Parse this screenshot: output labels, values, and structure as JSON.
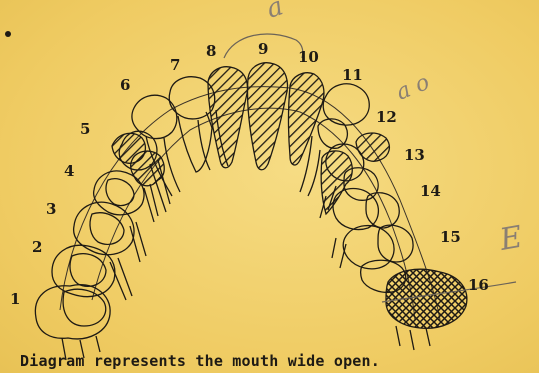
{
  "tooth_numbers": [
    "1",
    "2",
    "3",
    "4",
    "5",
    "6",
    "7",
    "8",
    "9",
    "10",
    "11",
    "12",
    "13",
    "14",
    "15",
    "16"
  ],
  "caption": "Diagram represents the mouth wide open.",
  "pencil_notes": [
    "a",
    "a o",
    "E"
  ]
}
